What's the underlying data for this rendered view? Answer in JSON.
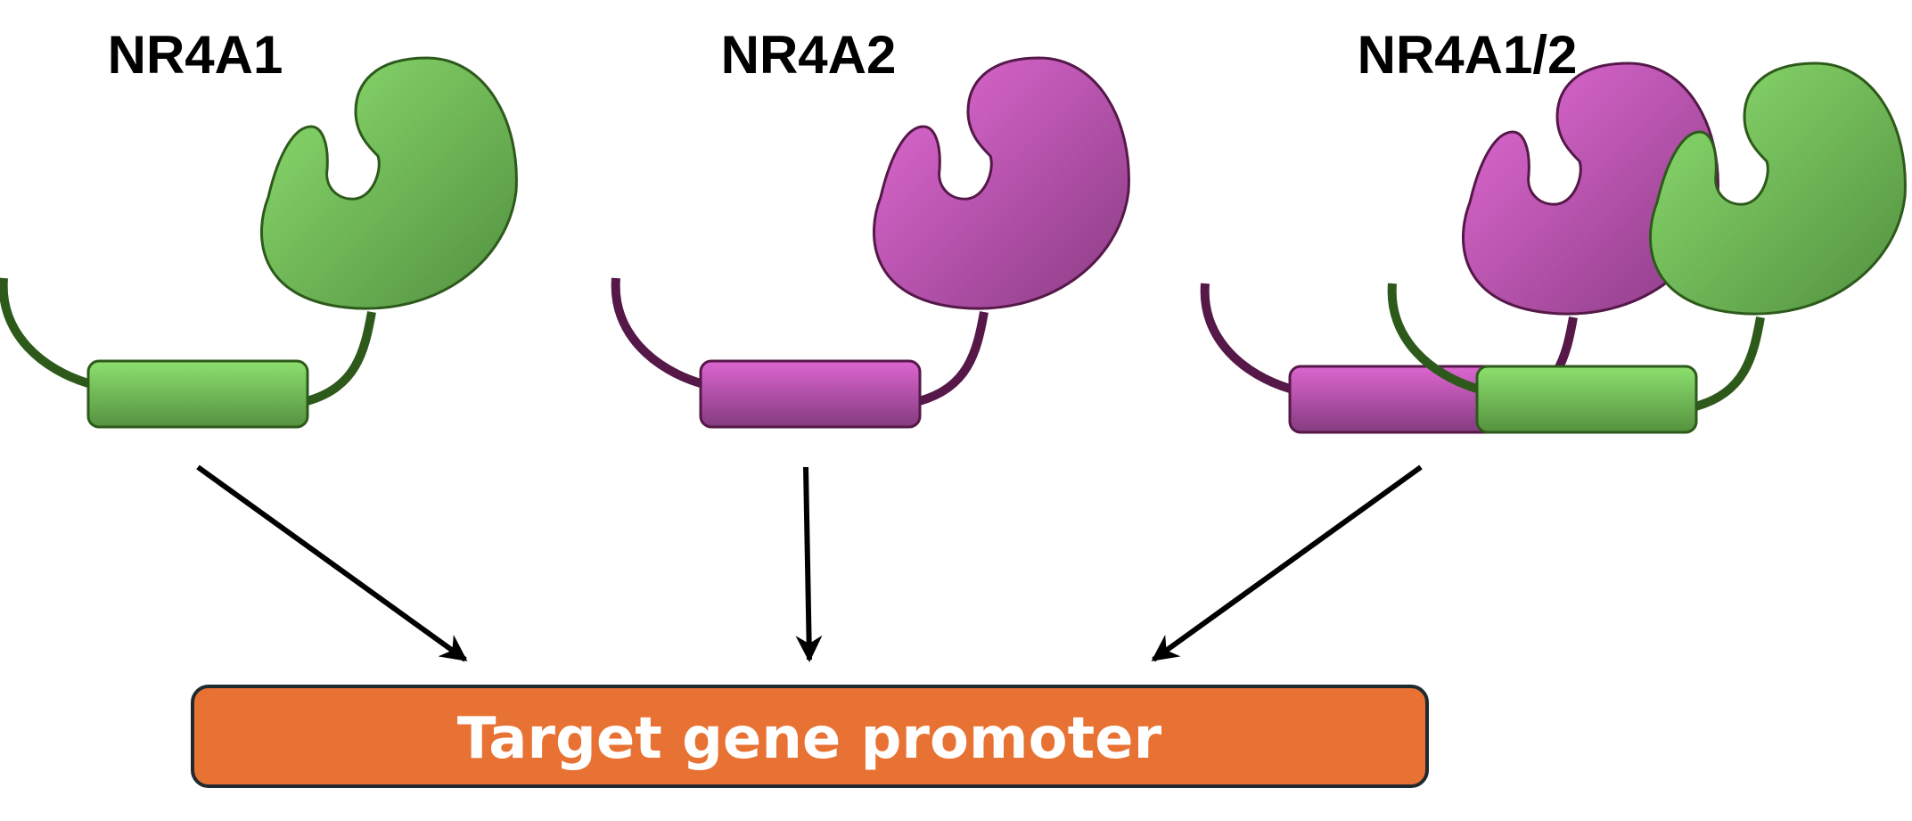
{
  "diagram": {
    "title": "NR4A family binding to target gene promoter",
    "colors": {
      "nr4a1_fill_light": "#8ad86c",
      "nr4a1_fill_dark": "#5a9a45",
      "nr4a1_stroke": "#2d5a1b",
      "nr4a2_fill_light": "#d865cc",
      "nr4a2_fill_dark": "#8c3c86",
      "nr4a2_stroke": "#551848",
      "promoter_fill": "#e87233",
      "promoter_stroke": "#1e2a30",
      "arrow": "#000000"
    },
    "groups": [
      {
        "id": "nr4a1",
        "label": "NR4A1",
        "proteins": [
          "NR4A1"
        ]
      },
      {
        "id": "nr4a2",
        "label": "NR4A2",
        "proteins": [
          "NR4A2"
        ]
      },
      {
        "id": "nr4a1-2",
        "label": "NR4A1/2",
        "proteins": [
          "NR4A2",
          "NR4A1"
        ]
      }
    ],
    "target": {
      "label": "Target gene promoter"
    },
    "edges": [
      {
        "from": "nr4a1",
        "to": "target"
      },
      {
        "from": "nr4a2",
        "to": "target"
      },
      {
        "from": "nr4a1-2",
        "to": "target"
      }
    ]
  }
}
